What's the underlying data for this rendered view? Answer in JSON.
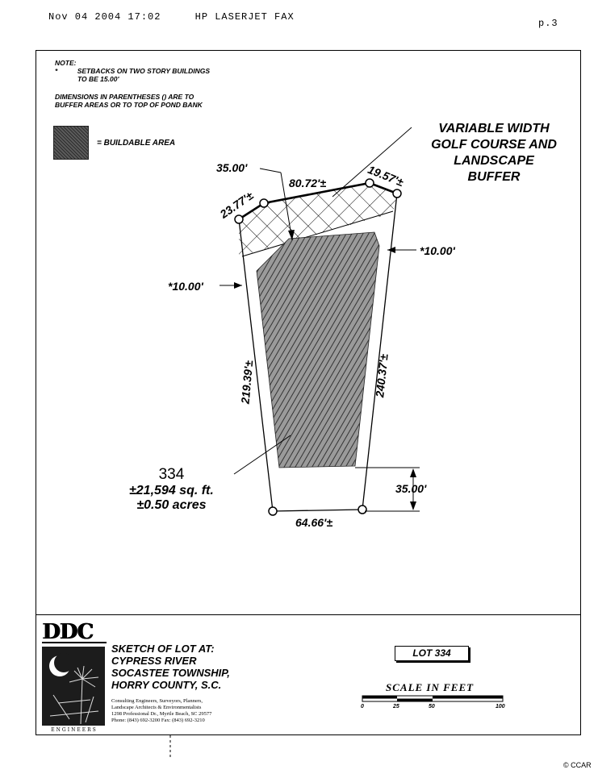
{
  "header": {
    "fax_date": "Nov 04 2004 17:02",
    "fax_machine": "HP LASERJET FAX",
    "page": "p.3"
  },
  "notes": {
    "heading": "NOTE:",
    "bullet": "*",
    "line1": "SETBACKS ON TWO STORY BUILDINGS",
    "line2": "TO BE 15.00'",
    "line3": "DIMENSIONS IN PARENTHESES () ARE TO",
    "line4": "BUFFER AREAS OR TO TOP OF POND BANK"
  },
  "legend": {
    "label": "= BUILDABLE AREA"
  },
  "buffer_label": [
    "VARIABLE WIDTH",
    "GOLF COURSE AND",
    "LANDSCAPE",
    "BUFFER"
  ],
  "dimensions": {
    "top_left_setback": "35.00'",
    "top_left_seg": "23.77'±",
    "top_mid_seg": "80.72'±",
    "top_right_seg": "19.57'±",
    "right_setback": "*10.00'",
    "left_setback": "*10.00'",
    "left_side": "219.39'±",
    "right_side": "240.37'±",
    "rear_setback": "35.00'",
    "bottom_side": "64.66'±"
  },
  "lot_info": {
    "number": "334",
    "area_sqft": "±21,594 sq. ft.",
    "area_acres": "±0.50 acres"
  },
  "title_block": {
    "logo_text": "DDC",
    "logo_footer": "ENGINEERS",
    "sketch_lines": [
      "SKETCH OF LOT AT:",
      "CYPRESS RIVER",
      "SOCASTEE TOWNSHIP,",
      "HORRY COUNTY, S.C."
    ],
    "company_lines": [
      "Consulting Engineers, Surveyors, Planners,",
      "Landscape Architects & Environmentalists",
      "1298 Professional Dr., Myrtle Beach, SC 29577",
      "Phone: (843) 692-3200  Fax: (843) 692-3210"
    ],
    "lot_label": "LOT 334",
    "scale_title": "SCALE IN FEET",
    "scale_ticks": [
      "0",
      "25",
      "50",
      "100"
    ]
  },
  "watermark": "© CCAR"
}
